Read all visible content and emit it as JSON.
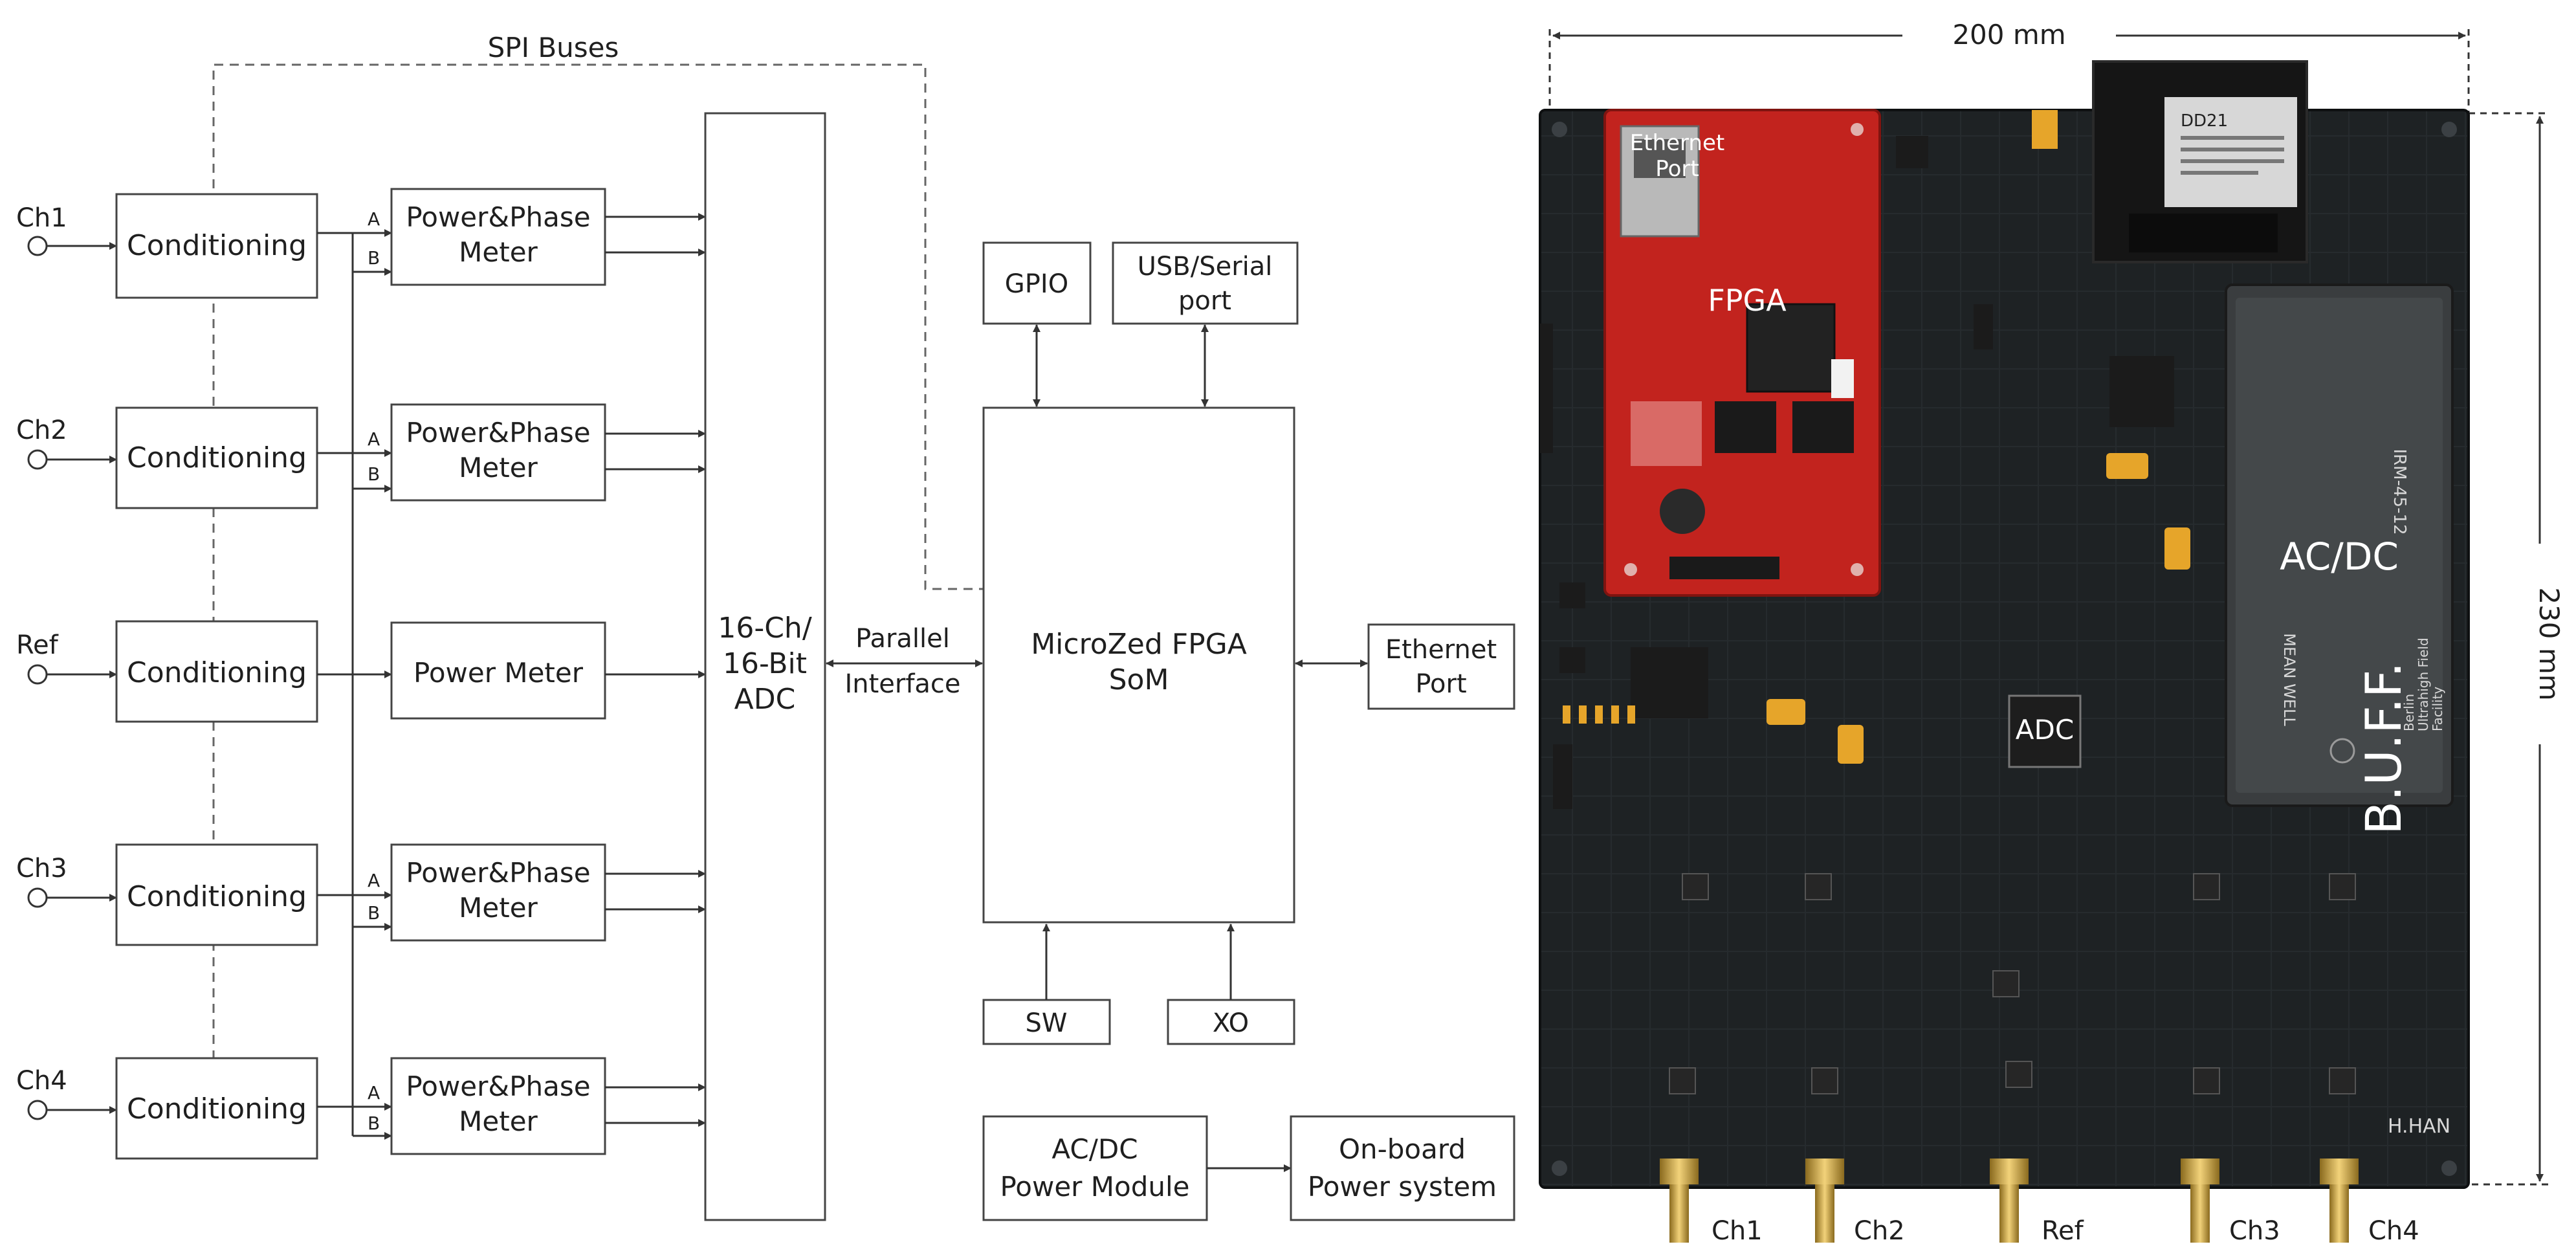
{
  "diagram": {
    "spi_label": "SPI Buses",
    "channels": [
      {
        "label": "Ch1",
        "cond": "Conditioning",
        "meter1": "Power&Phase",
        "meter2": "Meter",
        "a": "A",
        "b": "B"
      },
      {
        "label": "Ch2",
        "cond": "Conditioning",
        "meter1": "Power&Phase",
        "meter2": "Meter",
        "a": "A",
        "b": "B"
      },
      {
        "label": "Ref",
        "cond": "Conditioning",
        "meter1": "Power Meter",
        "meter2": ""
      },
      {
        "label": "Ch3",
        "cond": "Conditioning",
        "meter1": "Power&Phase",
        "meter2": "Meter",
        "a": "A",
        "b": "B"
      },
      {
        "label": "Ch4",
        "cond": "Conditioning",
        "meter1": "Power&Phase",
        "meter2": "Meter",
        "a": "A",
        "b": "B"
      }
    ],
    "adc": {
      "line1": "16-Ch/",
      "line2": "16-Bit",
      "line3": "ADC"
    },
    "parallel": {
      "line1": "Parallel",
      "line2": "Interface"
    },
    "fpga": {
      "line1": "MicroZed FPGA",
      "line2": "SoM"
    },
    "gpio": "GPIO",
    "usb": {
      "line1": "USB/Serial",
      "line2": "port"
    },
    "ethernet": {
      "line1": "Ethernet",
      "line2": "Port"
    },
    "sw": "SW",
    "xo": "XO",
    "acdc_module": {
      "line1": "AC/DC",
      "line2": "Power Module"
    },
    "onboard": {
      "line1": "On-board",
      "line2": "Power system"
    }
  },
  "photo": {
    "width_label": "200 mm",
    "height_label": "230 mm",
    "ethernet_port": {
      "line1": "Ethernet",
      "line2": "Port"
    },
    "fpga": "FPGA",
    "acdc": "AC/DC",
    "adc": "ADC",
    "brand": "B.U.F.F.",
    "brand_sub1": "Berlin",
    "brand_sub2": "Ultrahigh Field",
    "brand_sub3": "Facility",
    "author": "H.HAN",
    "psu_model": "IRM-45-12",
    "psu_brand": "MEAN WELL",
    "fuse_label": "DD21",
    "connectors": [
      "Ch1",
      "Ch2",
      "Ref",
      "Ch3",
      "Ch4"
    ]
  }
}
